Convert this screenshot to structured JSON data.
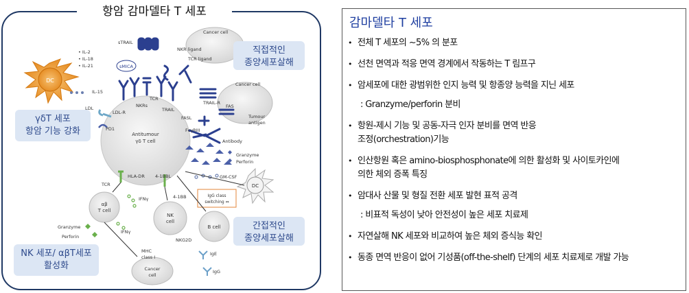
{
  "left": {
    "title": "항암 감마델타 T 세포",
    "callouts": {
      "direct": [
        "직접적인",
        "종양세포살해"
      ],
      "indirect": [
        "간접적인",
        "종양세포살해"
      ],
      "gd_func": [
        "γδT 세포",
        "항암 기능 강화"
      ],
      "nk_act": [
        "NK 세포/ αβT세포",
        "활성화"
      ]
    },
    "labels": {
      "strail": "sTRAIL",
      "smica": "sMICA",
      "il2": "• IL-2",
      "il18": "• IL-18",
      "il21": "• IL-21",
      "il15": "IL-15",
      "dc": "DC",
      "nkrs": "NKRs",
      "tcr": "TCR",
      "ldl": "LDL",
      "ldlr": "LDL-R",
      "pd1": "PD1",
      "cancer_cell": "Cancer cell",
      "nkr_ligand": "NKR ligand",
      "tcr_ligand": "TCR ligand",
      "trail": "TRAIL",
      "trailr": "TRAIL-R",
      "fas": "FAS",
      "fasl": "FASL",
      "tumour_antigen": [
        "Tumour",
        "antigen"
      ],
      "fcr": "FcγRIII",
      "antibody": "Antibody",
      "granzyme": "Granzyme",
      "perforin": "Perforin",
      "gmcsf": "GM-CSF",
      "antitumour": [
        "Antitumour",
        "γδ T cell"
      ],
      "hladr": "HLA-DR",
      "bbl": "4-1BBL",
      "tcr2": "TCR",
      "ifng": "IFNγ",
      "ab_cell": [
        "αβ",
        "T cell"
      ],
      "granzyme2": "Granzyme",
      "perforin2": "Perforin",
      "ifng2": "IFNγ",
      "bb": "4-1BB",
      "nk_cell": [
        "NK",
        "cell"
      ],
      "nkg2d": "NKG2D",
      "igg_switch": [
        "IgG class",
        "switching ⇔"
      ],
      "b_cell": "B cell",
      "ige": "IgE",
      "igg": "IgG",
      "mhc": [
        "MHC",
        "class I"
      ],
      "cancer_cell2": [
        "Cancer",
        "cell"
      ]
    }
  },
  "right": {
    "title": "감마델타 T 세포",
    "bullets": [
      {
        "type": "bullet",
        "text": "전체 T 세포의 ~5% 의 분포"
      },
      {
        "type": "bullet",
        "text": "선천 면역과 적응 면역 경계에서 작동하는 T 림프구"
      },
      {
        "type": "bullet",
        "text": "암세포에 대한 광범위한 인지 능력 및 항종양 능력을 지닌 세포"
      },
      {
        "type": "sub",
        "text": ": Granzyme/perforin 분비"
      },
      {
        "type": "bullet",
        "text": "항원-제시 기능 및 공동-자극 인자 분비를 면역 반응"
      },
      {
        "type": "cont",
        "text": "조정(orchestration)기능"
      },
      {
        "type": "bullet",
        "text": "인산항원 혹은 amino-biosphosphonate에 의한 활성화 및 사이토카인에"
      },
      {
        "type": "cont",
        "text": "의한 체외 증폭 특징"
      },
      {
        "type": "bullet",
        "text": "암대사 산물 및 형질 전환 세포 발현 표적 공격"
      },
      {
        "type": "sub",
        "text": ": 비표적 독성이 낮아 안전성이 높은 세포 치료제"
      },
      {
        "type": "bullet",
        "text": "자연살해 NK 세포와 비교하여 높은 체외 증식능 확인"
      },
      {
        "type": "bullet",
        "text": "동종 면역 반응이 없어 기성품(off-the-shelf) 단계의 세포 치료제로 개발 가능"
      }
    ]
  },
  "colors": {
    "accent": "#1f3fa0",
    "callout_bg": "#dce6f4",
    "receptor": "#2b3f8f",
    "dc": "#f2a33a",
    "green": "#6ab04c"
  }
}
